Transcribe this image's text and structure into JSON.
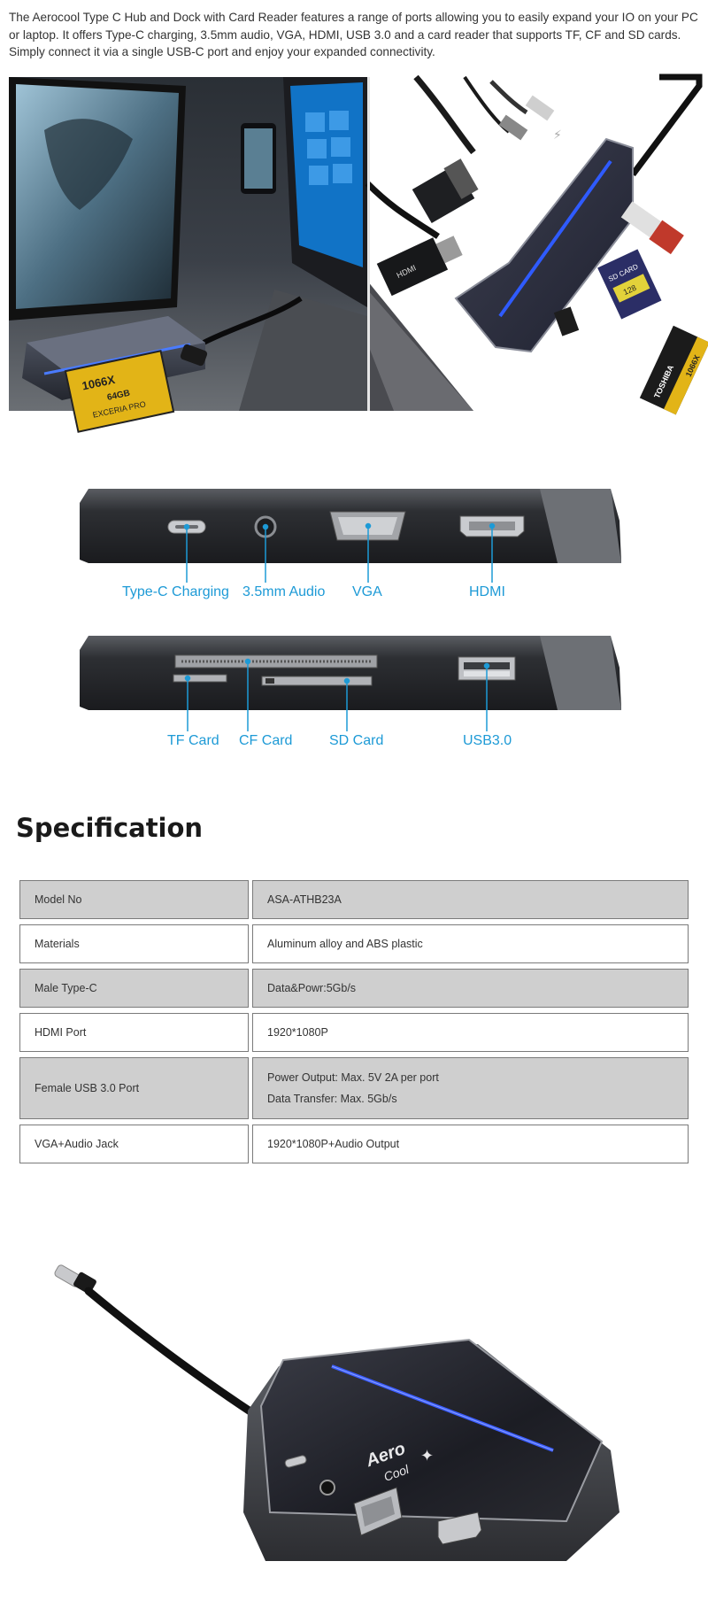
{
  "intro": "The Aerocool Type C Hub and Dock with Card Reader features a range of ports allowing you to easily expand your IO on your PC or laptop. It offers Type-C charging, 3.5mm audio, VGA, HDMI, USB 3.0 and a card reader that supports TF, CF and SD cards. Simply connect it via a single USB-C port and enjoy your expanded connectivity.",
  "collage": {
    "cf_card": {
      "speed": "1066X",
      "capacity": "64GB",
      "brand": "EXCERIA PRO"
    },
    "sd_card": {
      "label": "SD CARD",
      "capacity": "128"
    },
    "hdmi_label": "HDMI",
    "toshiba_label": "TOSHIBA",
    "toshiba_speed": "1066X"
  },
  "ports_top": [
    "Type-C Charging",
    "3.5mm Audio",
    "VGA",
    "HDMI"
  ],
  "ports_bottom": [
    "TF Card",
    "CF Card",
    "SD Card",
    "USB3.0"
  ],
  "spec": {
    "title": "Specification",
    "rows": [
      {
        "key": "Model No",
        "value": [
          "ASA-ATHB23A"
        ]
      },
      {
        "key": "Materials",
        "value": [
          "Aluminum alloy and ABS plastic"
        ]
      },
      {
        "key": "Male Type-C",
        "value": [
          "Data&Powr:5Gb/s"
        ]
      },
      {
        "key": "HDMI Port",
        "value": [
          "1920*1080P"
        ]
      },
      {
        "key": "Female USB 3.0 Port",
        "value": [
          "Power Output: Max. 5V 2A per port",
          "Data Transfer: Max. 5Gb/s"
        ]
      },
      {
        "key": "VGA+Audio Jack",
        "value": [
          "1920*1080P+Audio Output"
        ]
      }
    ]
  },
  "product": {
    "brand_top": "Aero",
    "brand_bottom": "Cool"
  },
  "colors": {
    "accent_blue": "#1d9ad6",
    "hub_blue": "#3a5cff",
    "table_shade": "#cfcfcf"
  }
}
